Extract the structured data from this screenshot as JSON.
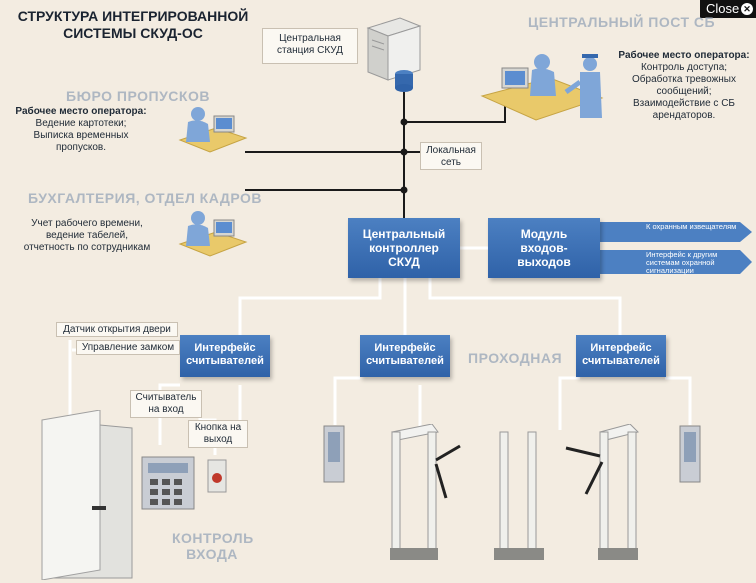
{
  "title": "СТРУКТУРА ИНТЕГРИРОВАННОЙ СИСТЕМЫ СКУД-ОС",
  "close_label": "Close",
  "central_station_label": "Центральная станция СКУД",
  "local_network_label": "Локальная сеть",
  "zones": {
    "security_post": "ЦЕНТРАЛЬНЫЙ ПОСТ СБ",
    "pass_bureau": "БЮРО ПРОПУСКОВ",
    "accounting": "БУХГАЛТЕРИЯ, ОТДЕЛ КАДРОВ",
    "passage": "ПРОХОДНАЯ",
    "entry_control_1": "КОНТРОЛЬ",
    "entry_control_2": "ВХОДА"
  },
  "security_post_operator": {
    "heading": "Рабочее место оператора:",
    "lines": [
      "Контроль доступа;",
      "Обработка тревожных",
      "сообщений;",
      "Взаимодействие с СБ",
      "арендаторов."
    ]
  },
  "pass_bureau_operator": {
    "heading": "Рабочее место оператора:",
    "lines": [
      "Ведение картотеки;",
      "Выписка временных",
      "пропусков."
    ]
  },
  "accounting_text": {
    "lines": [
      "Учет рабочего времени,",
      "ведение табелей,",
      "отчетность по сотрудникам"
    ]
  },
  "central_controller": {
    "line1": "Центральный",
    "line2": "контроллер",
    "line3": "СКУД"
  },
  "io_module": {
    "line1": "Модуль",
    "line2": "входов-",
    "line3": "выходов"
  },
  "io_arrows": {
    "to_detectors": "К охранным извещателям",
    "to_other_systems": "Интерфейс к другим системам охранной сигнализации"
  },
  "reader_interfaces": [
    {
      "line1": "Интерфейс",
      "line2": "считывателей"
    },
    {
      "line1": "Интерфейс",
      "line2": "считывателей"
    },
    {
      "line1": "Интерфейс",
      "line2": "считывателей"
    }
  ],
  "door_labels": {
    "door_sensor": "Датчик открытия двери",
    "lock_control": "Управление замком",
    "entry_reader": {
      "line1": "Считыватель",
      "line2": "на вход"
    },
    "exit_button": {
      "line1": "Кнопка на",
      "line2": "выход"
    }
  },
  "colors": {
    "background": "#f3ece1",
    "accent_blue": "#3568ad",
    "zone_title": "#aeb7c2",
    "line": "#1a1a1a"
  }
}
